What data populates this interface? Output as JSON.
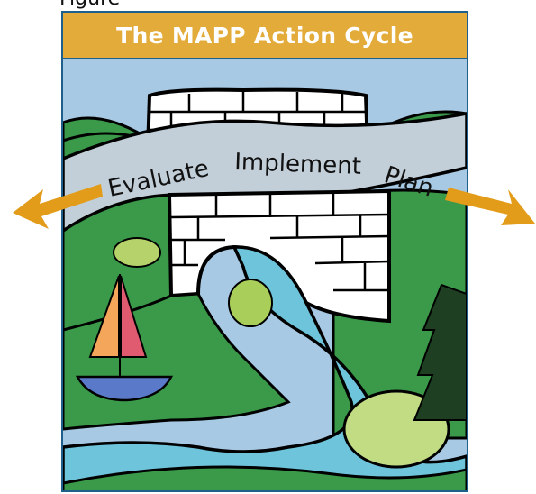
{
  "top_caption": "Figure",
  "header": {
    "title": "The MAPP Action Cycle"
  },
  "bridge_labels": {
    "evaluate": "Evaluate",
    "implement": "Implement",
    "plan": "Plan"
  },
  "colors": {
    "header_bg": "#e3ab3a",
    "border": "#1f5f8b",
    "sky": "#a8c9e3",
    "grass": "#3a9a4a",
    "river": "#6ec4da",
    "road": "#c3cfd8",
    "arrow": "#e29c1a"
  },
  "icons": [
    "left-arrow-icon",
    "right-arrow-icon",
    "sailboat-icon",
    "pine-tree-icon",
    "bush-icon",
    "stone-bridge-icon"
  ]
}
